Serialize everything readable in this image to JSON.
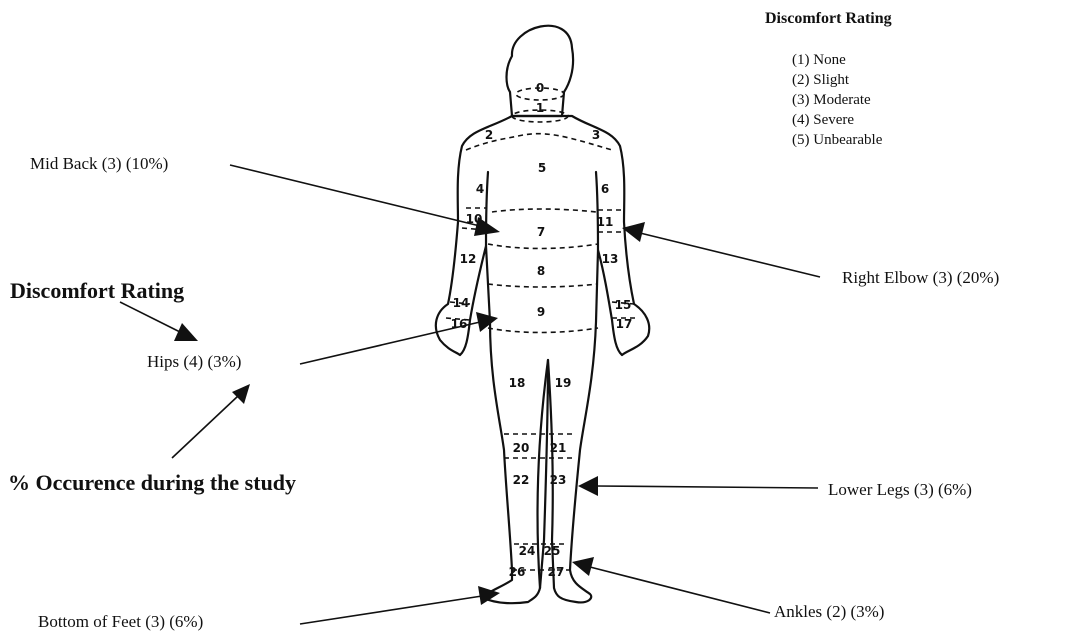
{
  "legend": {
    "title": "Discomfort Rating",
    "items": [
      "(1) None",
      "(2) Slight",
      "(3) Moderate",
      "(4) Severe",
      "(5) Unbearable"
    ]
  },
  "callouts": {
    "mid_back": "Mid Back  (3) (10%)",
    "right_elbow": "Right Elbow  (3) (20%)",
    "hips": "Hips  (4) (3%)",
    "lower_legs": "Lower Legs (3) (6%)",
    "bottom_of_feet": "Bottom of Feet  (3) (6%)",
    "ankles": "Ankles (2) (3%)"
  },
  "key": {
    "discomfort_rating": "Discomfort Rating",
    "occurrence": "% Occurence during the study"
  },
  "regions": [
    "0",
    "1",
    "2",
    "3",
    "4",
    "5",
    "6",
    "7",
    "8",
    "9",
    "10",
    "11",
    "12",
    "13",
    "14",
    "15",
    "16",
    "17",
    "18",
    "19",
    "20",
    "21",
    "22",
    "23",
    "24",
    "25",
    "26",
    "27"
  ]
}
